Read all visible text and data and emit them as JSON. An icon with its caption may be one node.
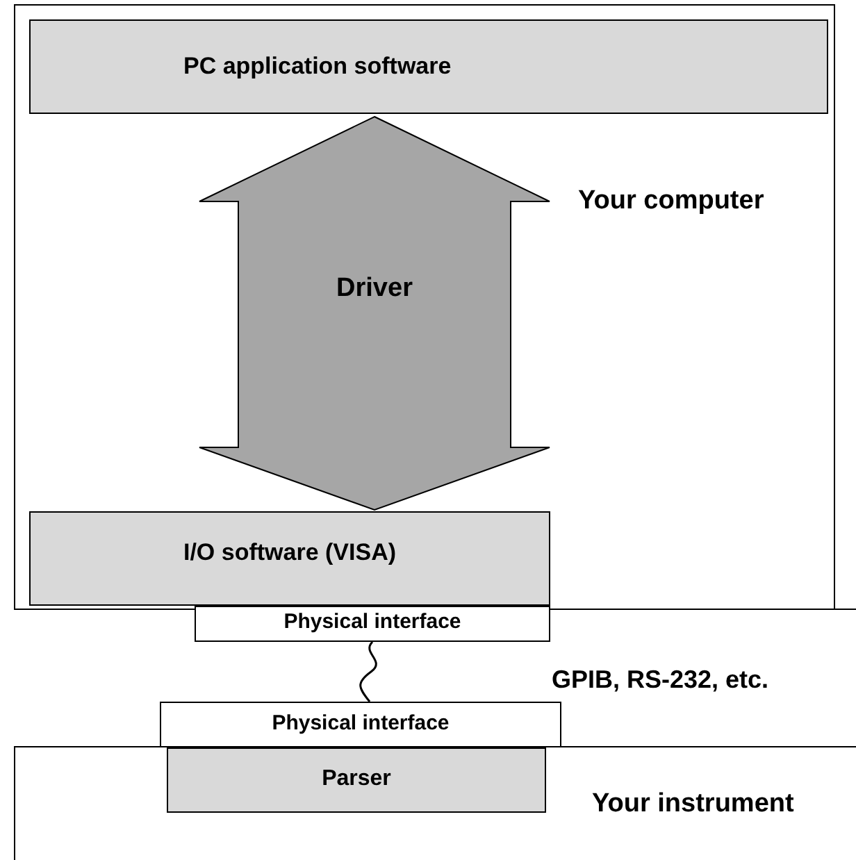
{
  "diagram": {
    "nodes": [
      {
        "text": [
          "Your computer"
        ]
      },
      {
        "text": [
          "PC application software"
        ],
        "in": 0
      },
      {
        "text": [
          "I/O software (VISA)"
        ],
        "in": 0
      },
      {
        "text": [
          "Physical interface"
        ]
      },
      {
        "text": [
          "Physical interface"
        ]
      },
      {
        "text": [
          "Your instrument"
        ]
      },
      {
        "text": [
          "Parser"
        ],
        "in": 5
      }
    ],
    "edges": [
      {
        "from": 1,
        "to": 2,
        "arrow": "both",
        "label": "Driver",
        "style": "thick"
      },
      {
        "from": 3,
        "to": 4,
        "arrow": "none"
      }
    ],
    "labels": [
      "GPIB, RS-232, etc."
    ]
  }
}
